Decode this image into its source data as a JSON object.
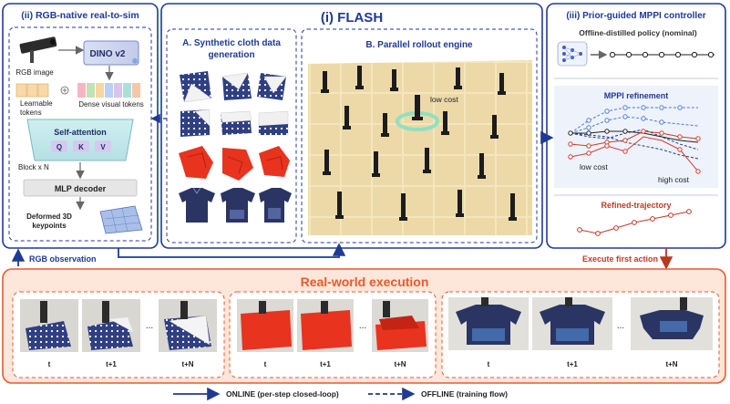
{
  "flash": {
    "title": "(i) FLASH"
  },
  "realtosim": {
    "title": "(ii) RGB-native real-to-sim",
    "rgb_image": "RGB image",
    "dino": "DINO v2",
    "learnable_tokens": [
      "Learnable",
      "tokens"
    ],
    "dense_tokens": "Dense visual tokens",
    "self_attention": "Self-attention",
    "q": "Q",
    "k": "K",
    "v": "V",
    "block": "Block x N",
    "mlp": "MLP decoder",
    "deformed": [
      "Deformed 3D",
      "keypoints"
    ]
  },
  "synthetic": {
    "title": [
      "A. Synthetic cloth data",
      "generation"
    ]
  },
  "rollout": {
    "title": "B. Parallel rollout engine",
    "low_cost": "low cost"
  },
  "mppi": {
    "title": "(iii) Prior-guided MPPI controller",
    "policy": "Offline-distilled policy (nominal)",
    "refinement": "MPPI refinement",
    "low_cost": "low cost",
    "high_cost": "high cost",
    "refined": "Refined-trajectory"
  },
  "flow": {
    "rgb_observation": "RGB observation",
    "execute": "Execute first action"
  },
  "realworld": {
    "title": "Real-world execution",
    "labels": [
      "t",
      "t+1",
      "...",
      "t+N"
    ]
  },
  "legend": {
    "online": "ONLINE (per-step closed-loop)",
    "offline": "OFFLINE (training flow)"
  },
  "colors": {
    "navy": "#1f3a93",
    "red": "#c0392b",
    "orange": "#e85a2c",
    "cloth_red": "#e8331f",
    "cloth_navy": "#2a3563",
    "tan": "#ecdcae"
  }
}
